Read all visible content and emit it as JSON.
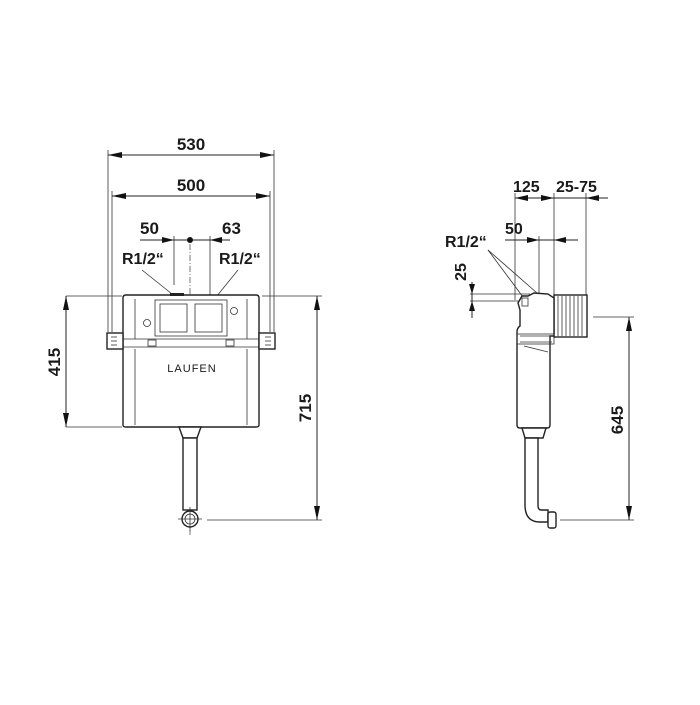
{
  "diagram": {
    "type": "technical-dimension-drawing",
    "subject": "concealed cistern",
    "brand_label": "LAUFEN",
    "front_view": {
      "dimensions": {
        "overall_width": "530",
        "bracket_width": "500",
        "left_offset": "50",
        "right_offset": "63",
        "left_connection": "R1/2“",
        "right_connection": "R1/2“",
        "tank_height": "415",
        "overall_height": "715"
      }
    },
    "side_view": {
      "dimensions": {
        "depth": "125",
        "adjustment_range": "25-75",
        "connection_offset": "50",
        "connection": "R1/2“",
        "connection_height": "25",
        "height": "645"
      }
    },
    "colors": {
      "line": "#222222",
      "background": "#ffffff"
    }
  }
}
